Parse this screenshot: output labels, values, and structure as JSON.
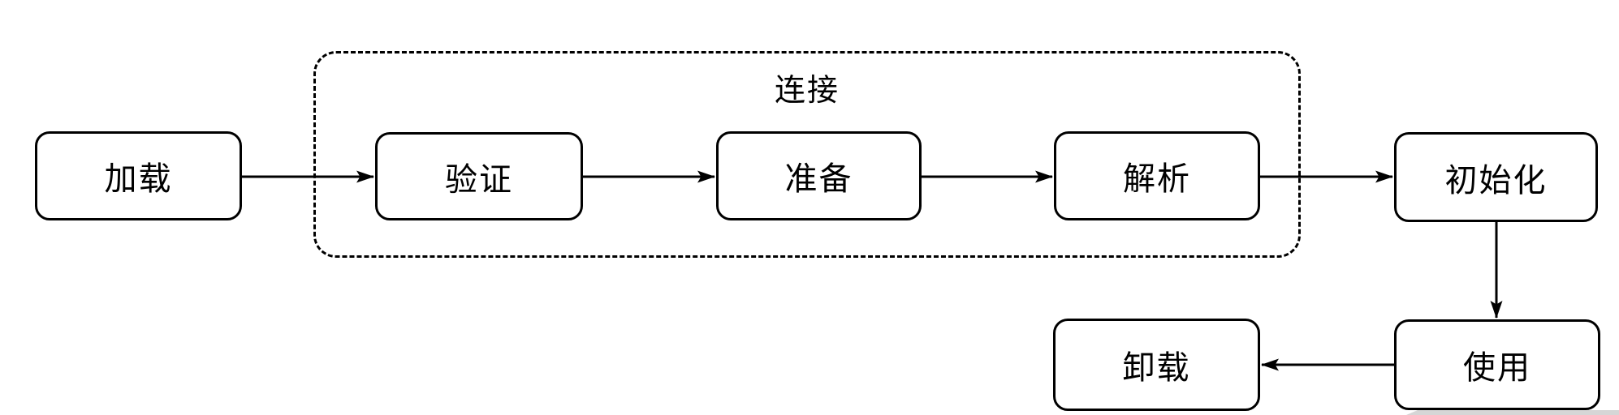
{
  "diagram": {
    "type": "flowchart",
    "background_color": "#ffffff",
    "stroke_color": "#000000",
    "node_fill_color": "#ffffff",
    "group": {
      "label": "连接",
      "border_style": "dashed",
      "members": [
        "verify",
        "prepare",
        "resolve"
      ]
    },
    "nodes": {
      "load": {
        "label": "加载"
      },
      "verify": {
        "label": "验证"
      },
      "prepare": {
        "label": "准备"
      },
      "resolve": {
        "label": "解析"
      },
      "initialize": {
        "label": "初始化"
      },
      "use": {
        "label": "使用"
      },
      "unload": {
        "label": "卸载"
      }
    },
    "edges": [
      {
        "from": "load",
        "to": "verify",
        "direction": "right"
      },
      {
        "from": "verify",
        "to": "prepare",
        "direction": "right"
      },
      {
        "from": "prepare",
        "to": "resolve",
        "direction": "right"
      },
      {
        "from": "resolve",
        "to": "initialize",
        "direction": "right"
      },
      {
        "from": "initialize",
        "to": "use",
        "direction": "down"
      },
      {
        "from": "use",
        "to": "unload",
        "direction": "left"
      }
    ]
  }
}
